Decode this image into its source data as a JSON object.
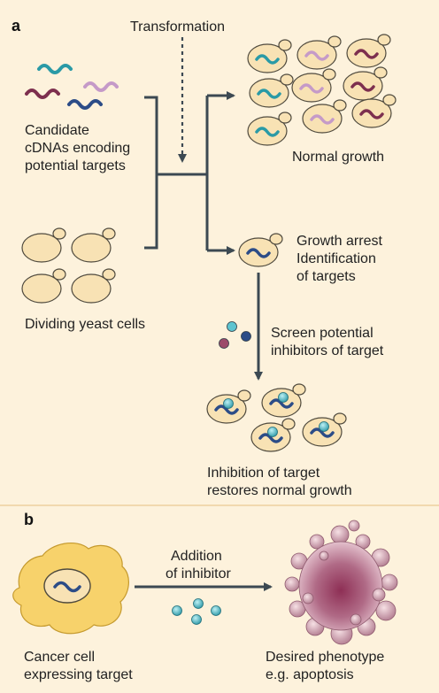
{
  "panel_a": {
    "letter": "a",
    "transformation": "Transformation",
    "candidate": [
      "Candidate",
      "cDNAs encoding",
      "potential targets"
    ],
    "dividing": "Dividing yeast cells",
    "normal_growth": "Normal growth",
    "growth_arrest": [
      "Growth arrest",
      "Identification",
      "of targets"
    ],
    "screen": [
      "Screen potential",
      "inhibitors of target"
    ],
    "inhibition": [
      "Inhibition of target",
      "restores normal growth"
    ]
  },
  "panel_b": {
    "letter": "b",
    "addition": [
      "Addition",
      "of inhibitor"
    ],
    "cancer": [
      "Cancer cell",
      "expressing target"
    ],
    "desired": [
      "Desired phenotype",
      "e.g. apoptosis"
    ]
  },
  "colors": {
    "background": "#fdf2dc",
    "cell_fill": "#f8e2b4",
    "cell_stroke": "#4f4a3e",
    "arrow": "#3c4952",
    "cdna_teal": "#2a9aa6",
    "cdna_purple": "#7d2f4e",
    "cdna_lilac": "#c59ac8",
    "cdna_navy": "#2c4c87",
    "inhibitor": "#5ec4d0"
  }
}
